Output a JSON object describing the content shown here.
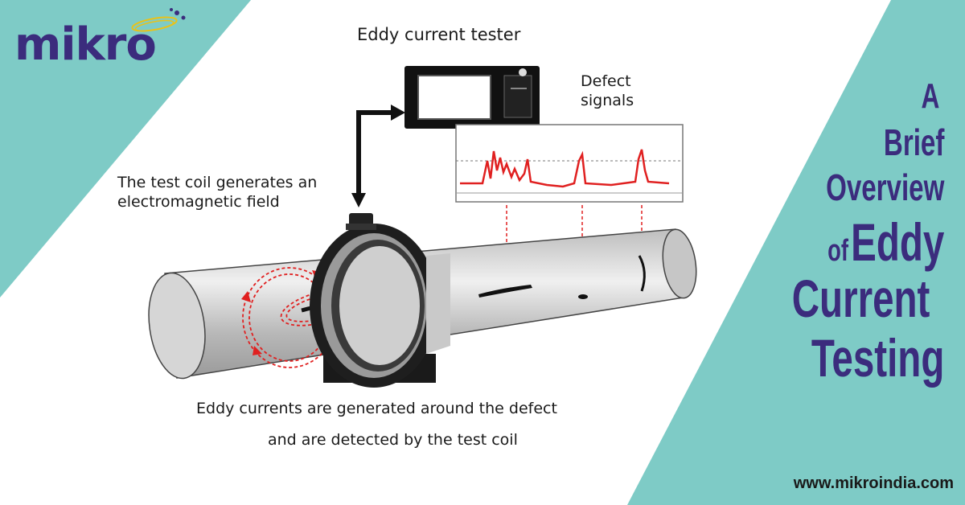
{
  "brand": {
    "logo_text": "mikro",
    "website": "www.mikroindia.com"
  },
  "headline": {
    "line1": "A",
    "line2": "Brief",
    "line3": "Overview",
    "line4_small": "of",
    "line4_big": "Eddy",
    "line5": "Current",
    "line6": "Testing"
  },
  "diagram": {
    "tester_label": "Eddy current tester",
    "defect_label": "Defect signals",
    "coil_label": "The test coil generates an electromagnetic field",
    "caption_line1": "Eddy currents are generated around the defect",
    "caption_line2": "and are detected by the test coil"
  },
  "colors": {
    "teal": "#7ecbc6",
    "navy": "#3b2c7d",
    "signal_red": "#e02020",
    "pipe_gray": "#c9c9c9"
  }
}
